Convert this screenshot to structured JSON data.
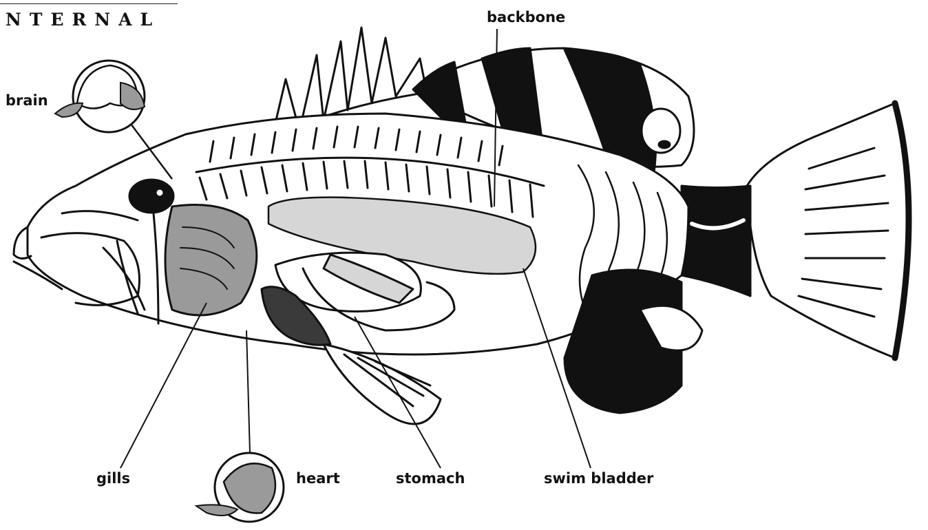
{
  "header": {
    "title": "NTERNAL"
  },
  "labels": {
    "backbone": "backbone",
    "brain": "brain",
    "gills": "gills",
    "heart": "heart",
    "stomach": "stomach",
    "swim_bladder": "swim bladder"
  },
  "colors": {
    "ink": "#111111",
    "organ_gray": "#9a9a9a",
    "light_gray": "#d6d6d6",
    "dark": "#3a3a3a"
  }
}
